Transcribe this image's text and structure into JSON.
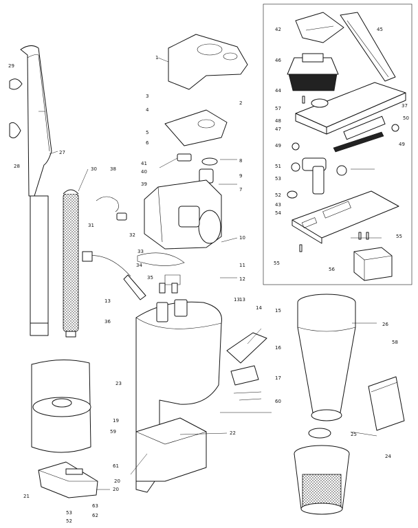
{
  "diagram": {
    "kind": "exploded-parts-view",
    "inset_box": true,
    "callouts": [
      "1",
      "2",
      "3",
      "4",
      "5",
      "6",
      "7",
      "8",
      "9",
      "10",
      "11",
      "12",
      "13",
      "13",
      "13",
      "14",
      "15",
      "16",
      "17",
      "19",
      "20",
      "20",
      "21",
      "22",
      "23",
      "24",
      "25",
      "26",
      "27",
      "28",
      "29",
      "30",
      "31",
      "32",
      "33",
      "34",
      "35",
      "36",
      "37",
      "38",
      "39",
      "40",
      "41",
      "42",
      "43",
      "44",
      "45",
      "46",
      "47",
      "48",
      "49",
      "49",
      "50",
      "51",
      "52",
      "53",
      "54",
      "55",
      "55",
      "56",
      "57",
      "58",
      "59",
      "60",
      "61",
      "62",
      "63",
      "53",
      "52"
    ]
  }
}
